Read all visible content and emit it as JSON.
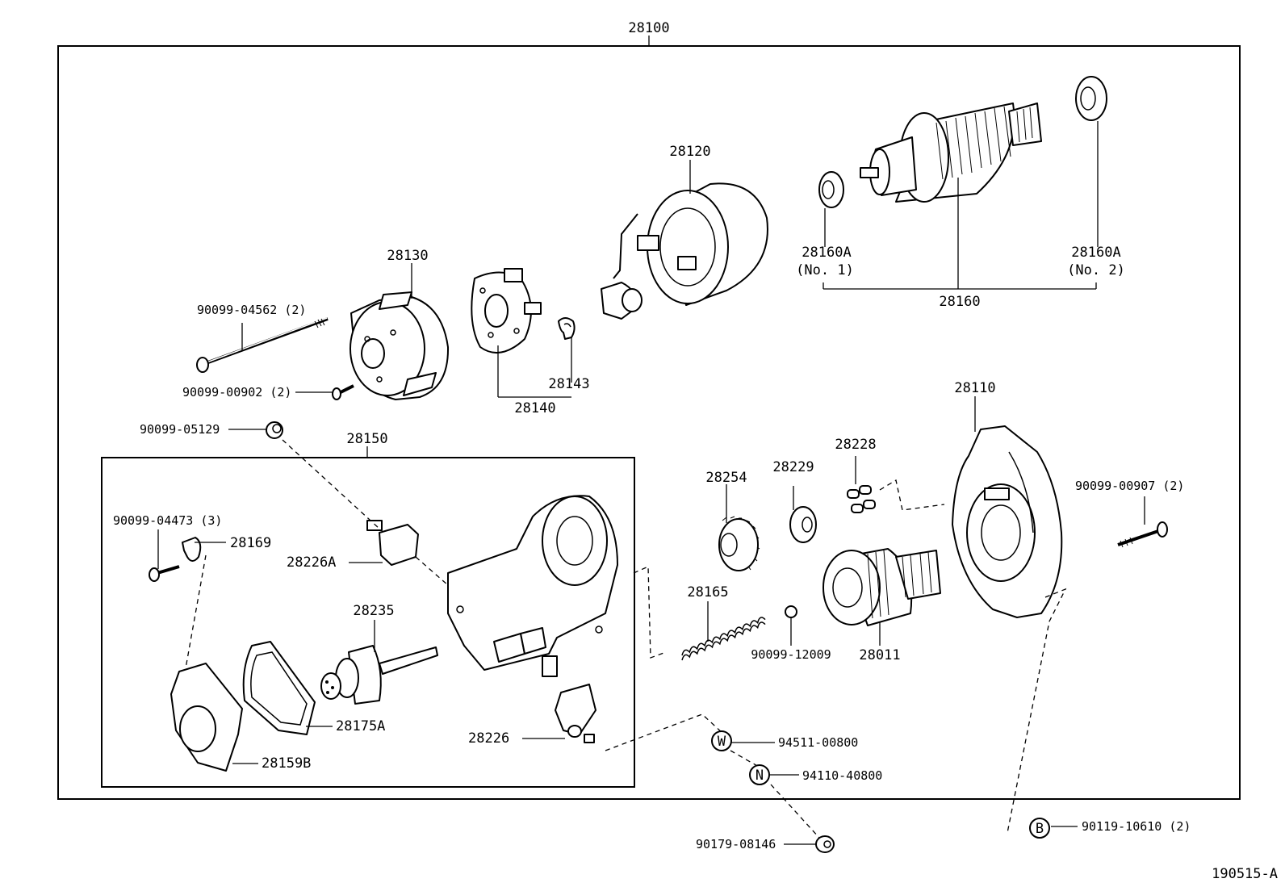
{
  "diagram": {
    "labels": {
      "assembly": "28100",
      "commutator_end_frame": "28130",
      "yoke": "28120",
      "armature_bearing_1": "28160A",
      "armature_bearing_1_note": "(No. 1)",
      "armature_bearing_2": "28160A",
      "armature_bearing_2_note": "(No. 2)",
      "armature": "28160",
      "through_bolt": "90099-04562 (2)",
      "screw": "90099-00902 (2)",
      "brush_holder": "28140",
      "brush_spring": "28143",
      "plug": "90099-05129",
      "magnetic_switch": "28150",
      "screw_3": "90099-04473 (3)",
      "clip": "28169",
      "terminal_a": "28226A",
      "plunger": "28235",
      "gasket": "28175A",
      "end_cover": "28159B",
      "terminal": "28226",
      "starter_housing": "28110",
      "bolt": "90099-00907 (2)",
      "idler_gear": "28254",
      "retainer": "28229",
      "roller": "28228",
      "spring": "28165",
      "ball": "90099-12009",
      "clutch": "28011",
      "washer_code": "W",
      "washer": "94511-00800",
      "nut_code": "N",
      "nut": "94110-40800",
      "nut_2": "90179-08146",
      "bolt_code": "B",
      "bolt_2": "90119-10610 (2)",
      "figure_id": "190515-A"
    }
  }
}
